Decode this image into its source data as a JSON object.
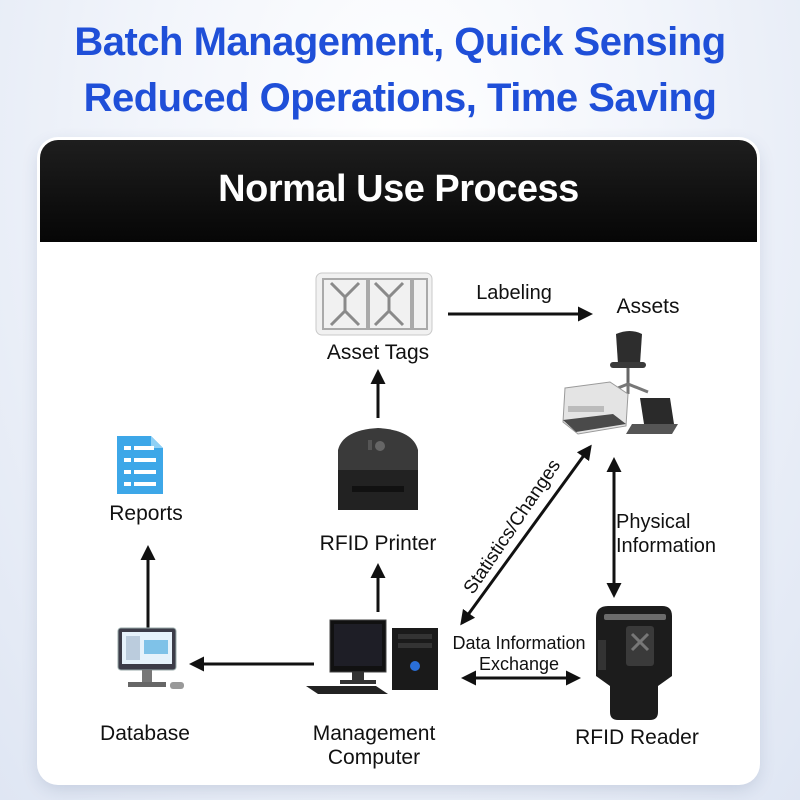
{
  "headline": {
    "line1": "Batch Management, Quick Sensing",
    "line2": "Reduced Operations, Time Saving"
  },
  "panel_title": "Normal Use Process",
  "nodes": {
    "asset_tags": "Asset Tags",
    "assets": "Assets",
    "reports": "Reports",
    "rfid_printer": "RFID Printer",
    "database": "Database",
    "management_computer_line1": "Management",
    "management_computer_line2": "Computer",
    "rfid_reader": "RFID Reader"
  },
  "edges": {
    "labeling": "Labeling",
    "statistics_changes": "Statistics/Changes",
    "physical_information_line1": "Physical",
    "physical_information_line2": "Information",
    "data_exchange_line1": "Data Information",
    "data_exchange_line2": "Exchange"
  },
  "colors": {
    "headline": "#1f4fd8",
    "panel_header": "#0b0b0b",
    "arrow": "#111111"
  }
}
